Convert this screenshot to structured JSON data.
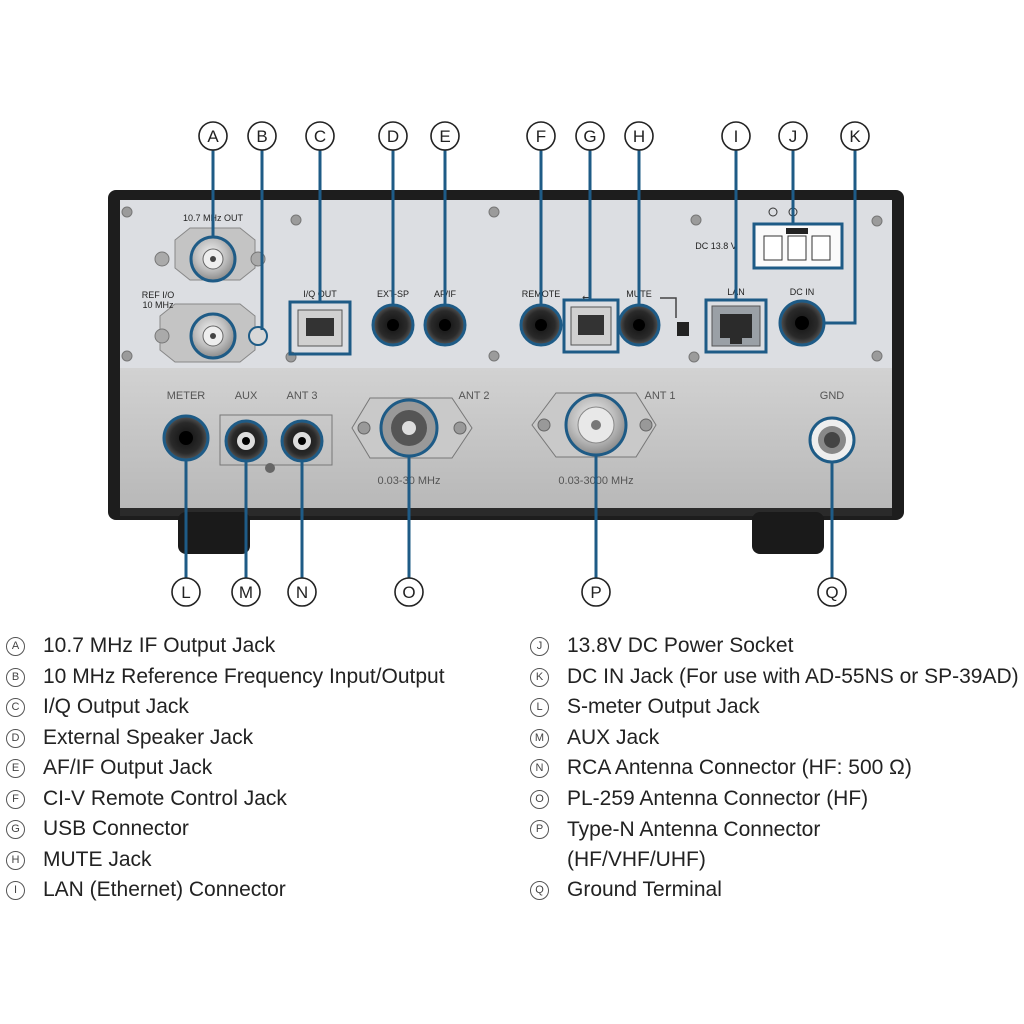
{
  "callouts": [
    "A",
    "B",
    "C",
    "D",
    "E",
    "F",
    "G",
    "H",
    "I",
    "J",
    "K",
    "L",
    "M",
    "N",
    "O",
    "P",
    "Q"
  ],
  "panel_labels": {
    "if_out": "10.7 MHz OUT",
    "ref_io_1": "REF I/O",
    "ref_io_2": "10 MHz",
    "iq_out": "I/Q OUT",
    "ext_sp": "EXT-SP",
    "af_if": "AF/IF",
    "remote": "REMOTE",
    "mute": "MUTE",
    "lan": "LAN",
    "dc_in": "DC IN",
    "dc_13_8": "DC 13.8 V",
    "meter": "METER",
    "aux": "AUX",
    "ant3": "ANT 3",
    "ant2": "ANT 2",
    "ant1": "ANT 1",
    "gnd": "GND",
    "ant2_range": "0.03-30 MHz",
    "ant1_range": "0.03-3000 MHz"
  },
  "legend_left": [
    {
      "letter": "A",
      "text": "10.7 MHz IF Output Jack"
    },
    {
      "letter": "B",
      "text": "10 MHz Reference Frequency Input/Output"
    },
    {
      "letter": "C",
      "text": "I/Q Output Jack"
    },
    {
      "letter": "D",
      "text": "External Speaker Jack"
    },
    {
      "letter": "E",
      "text": "AF/IF Output Jack"
    },
    {
      "letter": "F",
      "text": "CI-V Remote Control Jack"
    },
    {
      "letter": "G",
      "text": "USB Connector"
    },
    {
      "letter": "H",
      "text": "MUTE Jack"
    },
    {
      "letter": "I",
      "text": "LAN (Ethernet) Connector"
    }
  ],
  "legend_right": [
    {
      "letter": "J",
      "text": "13.8V DC Power Socket"
    },
    {
      "letter": "K",
      "text": "DC IN Jack (For use with AD-55NS or SP-39AD)"
    },
    {
      "letter": "L",
      "text": "S-meter Output Jack"
    },
    {
      "letter": "M",
      "text": "AUX Jack"
    },
    {
      "letter": "N",
      "text": "RCA Antenna Connector (HF: 500 Ω)"
    },
    {
      "letter": "O",
      "text": "PL-259 Antenna Connector (HF)"
    },
    {
      "letter": "P",
      "text": "Type-N Antenna Connector (HF/VHF/UHF)"
    },
    {
      "letter": "Q",
      "text": "Ground Terminal"
    }
  ]
}
